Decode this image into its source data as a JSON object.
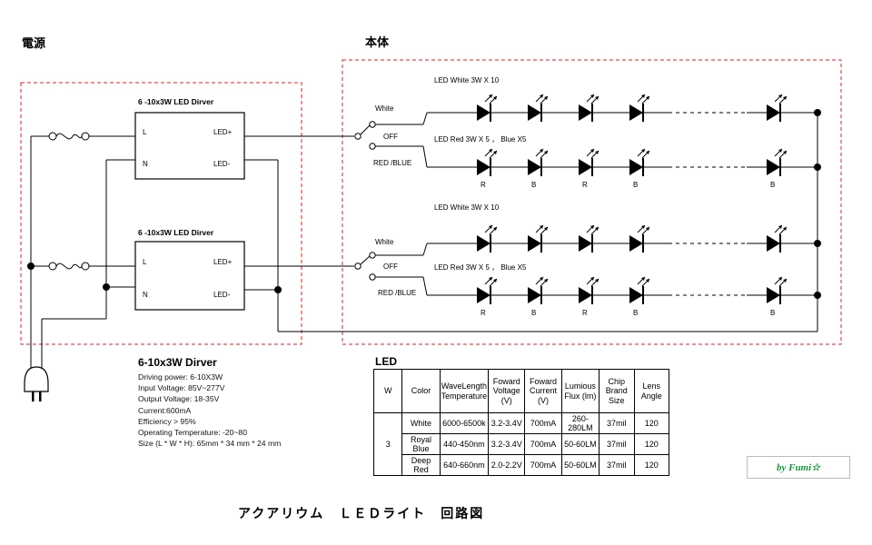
{
  "labels": {
    "power_section": "電源",
    "body_section": "本体",
    "driver_title_1": "6 -10x3W  LED Dirver",
    "driver_title_2": "6 -10x3W  LED Dirver",
    "pin_L": "L",
    "pin_N": "N",
    "pin_led_plus": "LED+",
    "pin_led_minus": "LED-",
    "switch_white": "White",
    "switch_off": "OFF",
    "switch_redblue": "RED /BLUE",
    "string_white": "LED   White 3W    X 10",
    "string_redblue": "LED   Red 3W    X 5 ，   Blue  X5",
    "color_r": "R",
    "color_b": "B"
  },
  "specs": {
    "title": "6-10x3W Dirver",
    "lines": [
      "Driving power: 6-10X3W",
      "Input Voltage: 85V~277V",
      "Output Voltage: 18-35V",
      "Current:600mA",
      "Efficiency > 95%",
      "Operating Temperature: -20~80",
      "Size (L * W * H): 65mm * 34 mm * 24 mm"
    ]
  },
  "led_table": {
    "title": "LED",
    "headers": [
      "W",
      "Color",
      "WaveLength Temperature",
      "Foward Voltage (V)",
      "Foward Current (V)",
      "Lumious Flux (lm)",
      "Chip Brand Size",
      "Lens Angle"
    ],
    "watt": "3",
    "rows": [
      {
        "color": "White",
        "wave": "6000-6500k",
        "voltage": "3.2-3.4V",
        "current": "700mA",
        "flux": "260-280LM",
        "chip": "37mil",
        "lens": "120"
      },
      {
        "color": "Royal Blue",
        "wave": "440-450nm",
        "voltage": "3.2-3.4V",
        "current": "700mA",
        "flux": "50-60LM",
        "chip": "37mil",
        "lens": "120"
      },
      {
        "color": "Deep Red",
        "wave": "640-660nm",
        "voltage": "2.0-2.2V",
        "current": "700mA",
        "flux": "50-60LM",
        "chip": "37mil",
        "lens": "120"
      }
    ]
  },
  "signature": "by  Fumi☆",
  "footer_title": "アクアリウム　ＬＥＤライト　回路図",
  "colors": {
    "dashed_box": "#e02020",
    "signature": "#119a3d"
  }
}
